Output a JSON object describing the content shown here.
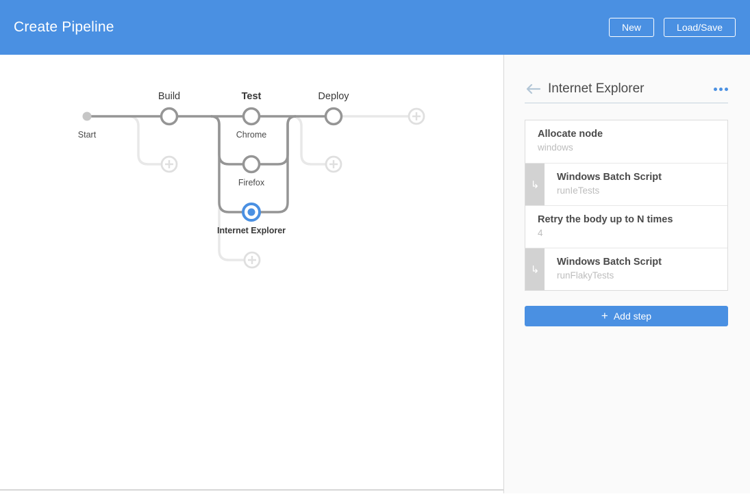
{
  "header": {
    "title": "Create Pipeline",
    "buttons": {
      "new": "New",
      "load_save": "Load/Save"
    }
  },
  "graph": {
    "start_label": "Start",
    "stages": [
      {
        "label": "Build"
      },
      {
        "label": "Test",
        "branches": [
          "Chrome",
          "Firefox",
          "Internet Explorer"
        ],
        "selected_branch": "Internet Explorer"
      },
      {
        "label": "Deploy"
      }
    ]
  },
  "panel": {
    "title": "Internet Explorer",
    "steps": [
      {
        "title": "Allocate node",
        "subtitle": "windows",
        "nested": false
      },
      {
        "title": "Windows Batch Script",
        "subtitle": "runIeTests",
        "nested": true
      },
      {
        "title": "Retry the body up to N times",
        "subtitle": "4",
        "nested": false
      },
      {
        "title": "Windows Batch Script",
        "subtitle": "runFlakyTests",
        "nested": true
      }
    ],
    "add_step_label": "Add step"
  },
  "icons": {
    "back": "arrow-left-icon",
    "menu": "ellipsis-icon",
    "nested": "↳",
    "add": "+"
  },
  "colors": {
    "accent": "#4a90e2",
    "header_bg": "#4a90e2",
    "line_gray": "#959595",
    "line_light": "#e8e8e8",
    "panel_bg": "#fafafa",
    "card_border": "#dcdcdc",
    "subtitle_gray": "#bdbdbd"
  }
}
